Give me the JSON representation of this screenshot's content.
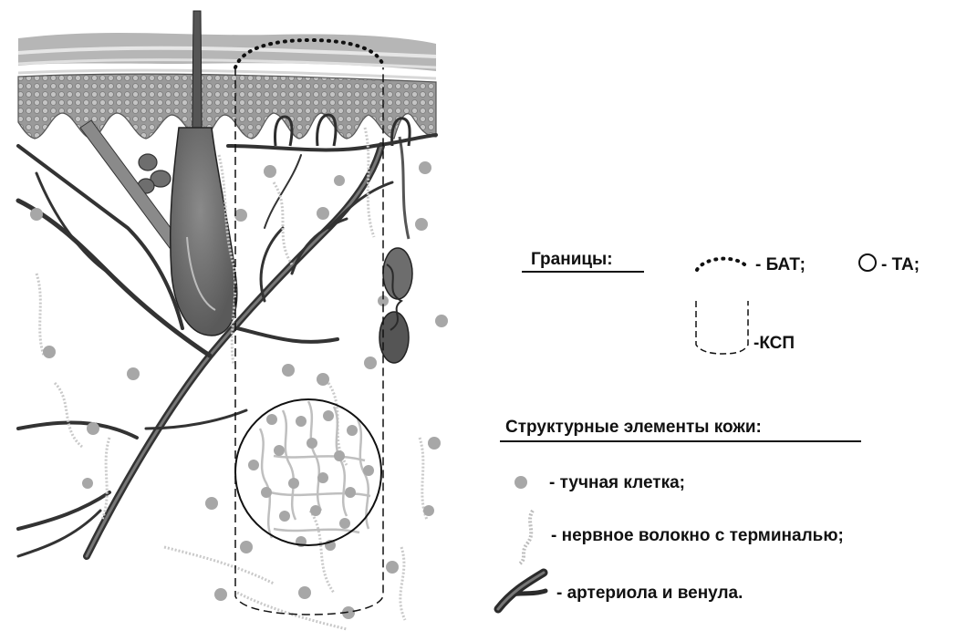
{
  "diagram": {
    "legend": {
      "boundaries_heading": "Границы:",
      "bat_label": "- БАТ;",
      "ta_label": "- ТА;",
      "ksp_label": "-КСП",
      "structures_heading": "Структурные элементы кожи:",
      "items": [
        {
          "label": "-  тучная клетка;",
          "icon": "mast-cell-icon"
        },
        {
          "label": "-  нервное волокно с терминалью;",
          "icon": "nerve-fiber-icon"
        },
        {
          "label": "- артериола и венула.",
          "icon": "arteriole-venule-icon"
        }
      ]
    },
    "colors": {
      "mast_cell": "#a7a7a7",
      "nerve_fiber": "#c9c9c9",
      "vessel": "#3a3a3a",
      "epidermis": "#8f8f8f",
      "outline": "#111111"
    }
  }
}
